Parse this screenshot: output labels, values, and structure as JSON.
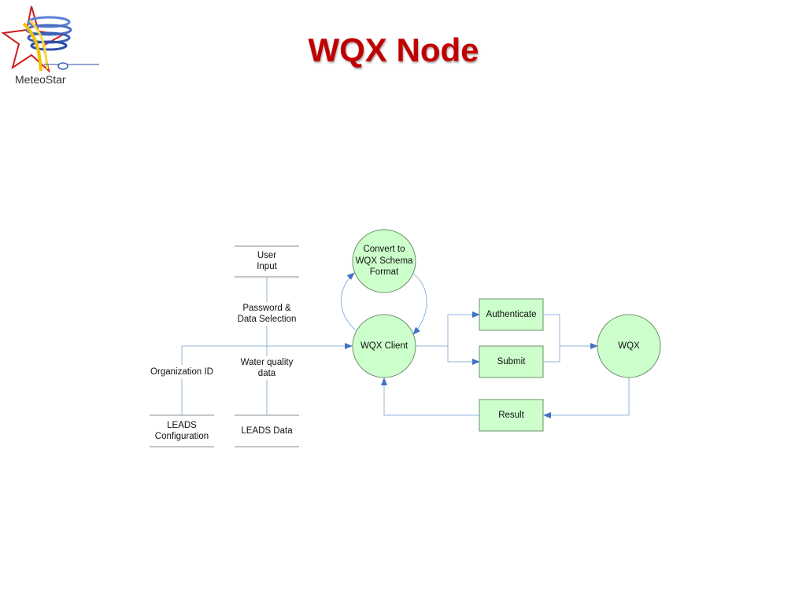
{
  "slide": {
    "title": "WQX Node",
    "logo_text": "MeteoStar"
  },
  "processes": {
    "convert": "Convert to\nWQX Schema\nFormat",
    "client": "WQX Client",
    "wqx": "WQX"
  },
  "steps": {
    "authenticate": "Authenticate",
    "submit": "Submit",
    "result": "Result"
  },
  "stores": {
    "user_input": "User\nInput",
    "leads_config": "LEADS\nConfiguration",
    "leads_data": "LEADS Data"
  },
  "flows": {
    "password": "Password &\nData Selection",
    "water_quality": "Water quality\ndata",
    "org_id": "Organization ID"
  },
  "colors": {
    "title": "#c00000",
    "node_fill": "#ccffcc",
    "node_stroke": "#6e8f6e",
    "connector": "#8fb4dc",
    "arrow": "#4472c4"
  }
}
